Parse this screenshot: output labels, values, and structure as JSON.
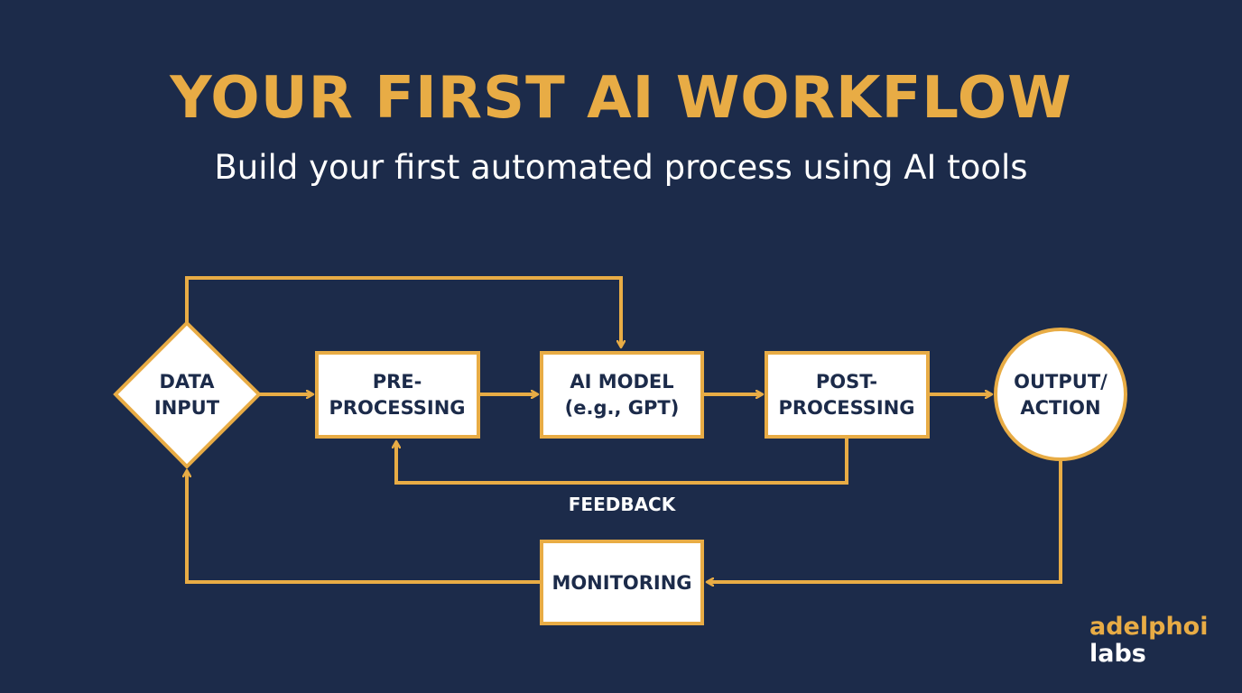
{
  "header": {
    "title": "YOUR FIRST AI WORKFLOW",
    "subtitle": "Build your first automated process using AI tools"
  },
  "colors": {
    "background": "#1c2b4a",
    "accent": "#e8ac45",
    "node_fill": "#ffffff",
    "text_dark": "#1c2b4a"
  },
  "nodes": {
    "data_input": [
      "DATA",
      "INPUT"
    ],
    "pre_processing": [
      "PRE-",
      "PROCESSING"
    ],
    "ai_model": [
      "AI MODEL",
      "(e.g., GPT)"
    ],
    "post_processing": [
      "POST-",
      "PROCESSING"
    ],
    "output_action": [
      "OUTPUT/",
      "ACTION"
    ],
    "monitoring": [
      "MONITORING"
    ]
  },
  "edges": {
    "feedback_label": "FEEDBACK"
  },
  "logo": {
    "line1": "adelphoi",
    "line2": "labs"
  }
}
